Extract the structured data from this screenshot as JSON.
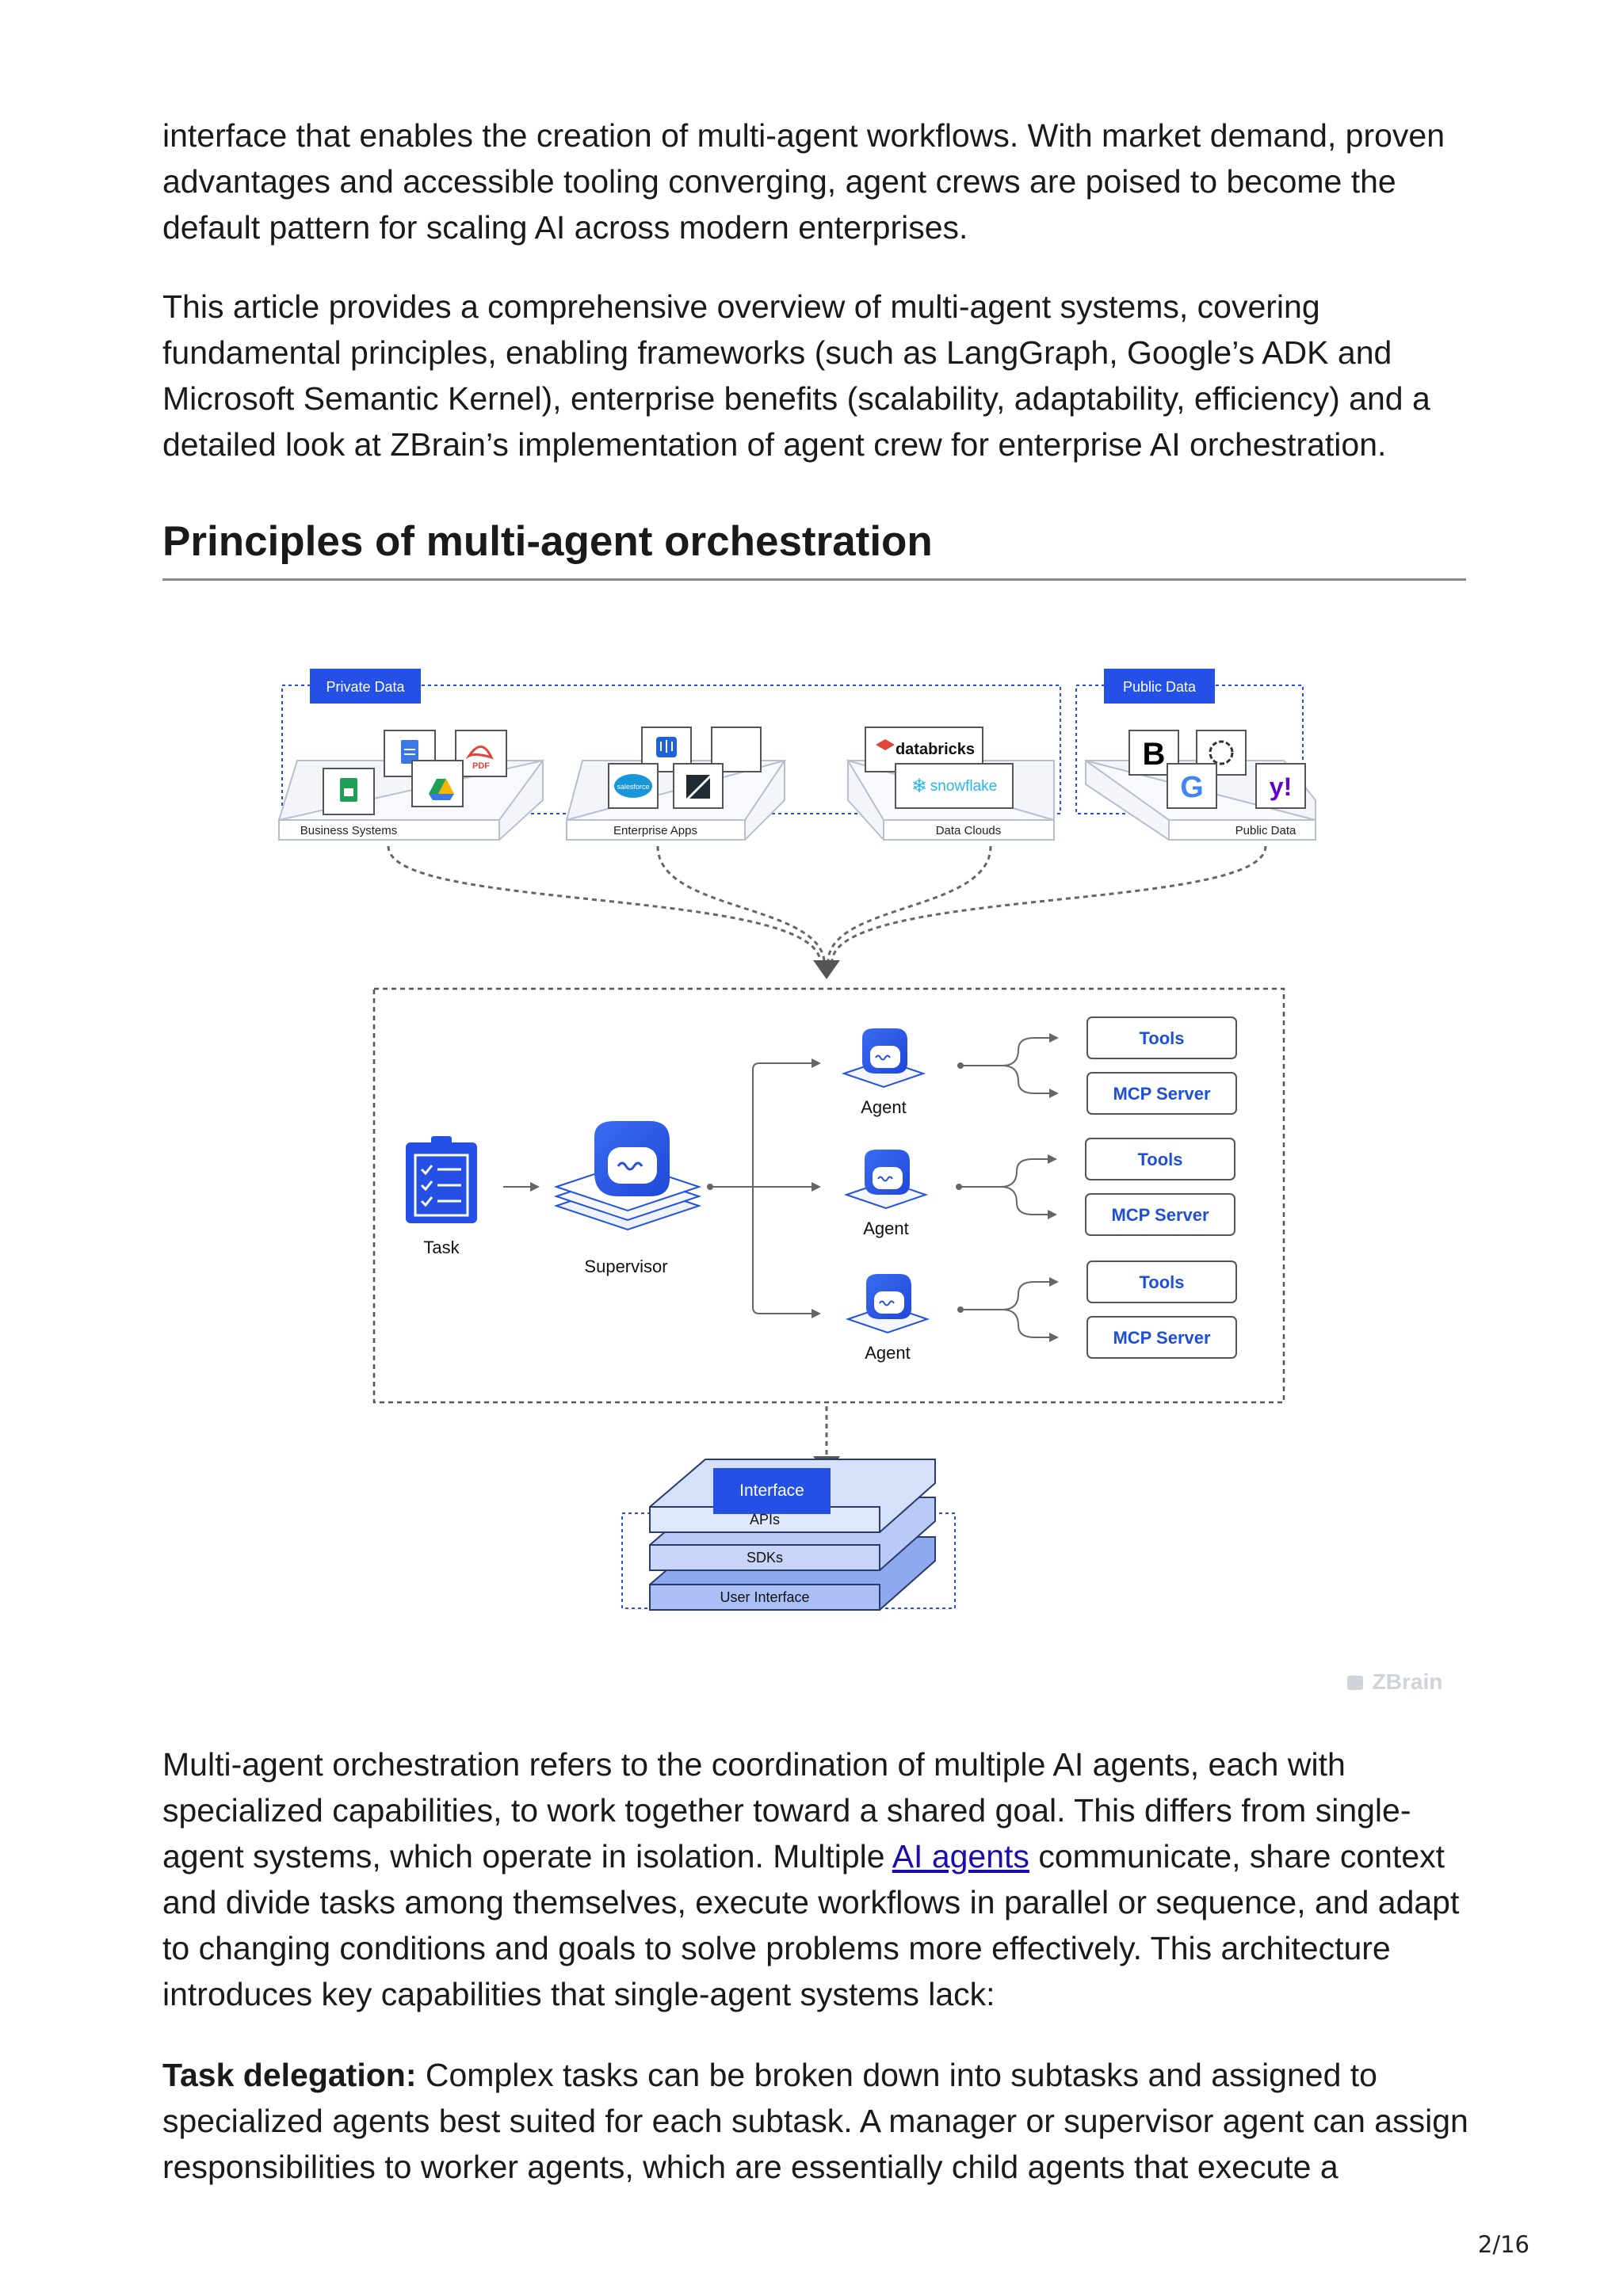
{
  "paragraphs": {
    "p1": "interface that enables the creation of multi-agent workflows. With market demand, proven advantages and accessible tooling converging, agent crews are poised to become the default pattern for scaling AI across modern enterprises.",
    "p2": "This article provides a comprehensive overview of multi-agent systems, covering fundamental principles, enabling frameworks (such as LangGraph, Google’s ADK and Microsoft Semantic Kernel), enterprise benefits (scalability, adaptability, efficiency) and a detailed look at ZBrain’s implementation of agent crew for enterprise AI orchestration.",
    "p3_before": "Multi-agent orchestration refers to the coordination of multiple AI agents, each with specialized capabilities, to work together toward a shared goal. This differs from single-agent systems, which operate in isolation. Multiple ",
    "p3_link": "AI agents",
    "p3_after": " communicate, share context and divide tasks among themselves, execute workflows in parallel or sequence, and adapt to changing conditions and goals to solve problems more effectively. This architecture introduces key capabilities that single-agent systems lack:",
    "p4_bold": "Task delegation:",
    "p4_text": " Complex tasks can be broken down into subtasks and assigned to specialized agents best suited for each subtask. A manager or supervisor agent can assign responsibilities to worker agents, which are essentially child agents that execute a"
  },
  "heading": "Principles of multi-agent orchestration",
  "diagram": {
    "private_data_label": "Private Data",
    "public_data_label": "Public Data",
    "business_systems": "Business Systems",
    "enterprise_apps": "Enterprise Apps",
    "data_clouds": "Data Clouds",
    "public_data_platform": "Public Data",
    "databricks": "databricks",
    "snowflake": "snowflake",
    "salesforce": "salesforce",
    "pdf": "PDF",
    "task": "Task",
    "supervisor": "Supervisor",
    "agent": "Agent",
    "tools": "Tools",
    "mcp_server": "MCP Server",
    "interface": "Interface",
    "apis": "APIs",
    "sdks": "SDKs",
    "user_interface": "User Interface",
    "watermark": "ZBrain"
  },
  "colors": {
    "accent": "#2450e6",
    "tool_text": "#1f4fd6",
    "link": "#1a0dab"
  },
  "page_number": "2/16"
}
